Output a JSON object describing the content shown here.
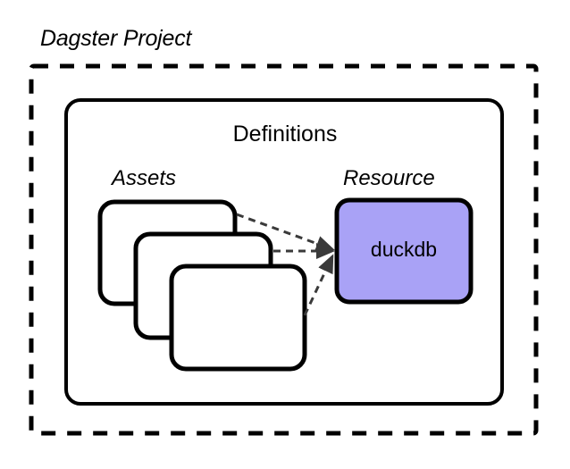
{
  "diagram": {
    "title": "Dagster Project",
    "outer_container": {
      "label": "Dagster Project",
      "border_style": "dashed",
      "border_color": "#000000"
    },
    "inner_container": {
      "label": "Definitions",
      "border_style": "solid",
      "border_color": "#000000"
    },
    "groups": [
      {
        "label": "Assets"
      },
      {
        "label": "Resource"
      }
    ],
    "assets": {
      "label": "Assets",
      "cards": [
        {
          "name": "asset-card-back",
          "fill": "#ffffff",
          "stroke": "#000000"
        },
        {
          "name": "asset-card-middle",
          "fill": "#ffffff",
          "stroke": "#000000"
        },
        {
          "name": "asset-card-front",
          "fill": "#ffffff",
          "stroke": "#000000"
        }
      ]
    },
    "resource": {
      "label": "Resource",
      "name": "duckdb",
      "fill": "#a9a2f6",
      "stroke": "#000000"
    },
    "connections": [
      {
        "from": "asset-card-back",
        "to": "duckdb",
        "style": "dashed",
        "arrow": true
      },
      {
        "from": "asset-card-middle",
        "to": "duckdb",
        "style": "dashed",
        "arrow": true
      },
      {
        "from": "asset-card-front",
        "to": "duckdb",
        "style": "dashed",
        "arrow": true
      }
    ],
    "colors": {
      "resource_fill": "#a9a2f6",
      "stroke": "#000000",
      "connector": "#3a3a3a",
      "background": "#ffffff"
    }
  }
}
